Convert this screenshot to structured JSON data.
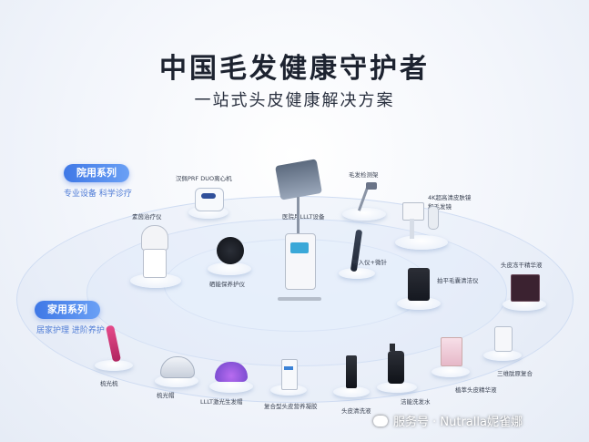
{
  "header": {
    "title": "中国毛发健康守护者",
    "subtitle": "一站式头皮健康解决方案"
  },
  "series": [
    {
      "name": "院用系列",
      "tagline": "专业设备 科学诊疗"
    },
    {
      "name": "家用系列",
      "tagline": "居家护理 进阶养护"
    }
  ],
  "products": {
    "centrifuge": "汉佩PRF DUO离心机",
    "treatment": "素茵治疗仪",
    "lllt_hospital": "医院用LLLT设备",
    "hair_stand": "毛发检测架",
    "scope": "4K超高清皮肤镜\n和毛发镜",
    "care_device": "硒能保养护仪",
    "injector": "导入仪+微针",
    "cleaner": "拍平毛囊清洁仪",
    "scalp_freeze": "头皮冻干精华液",
    "comb": "梳光梳",
    "home_cap": "梳光帽",
    "lllt_helmet": "LLLT激光生发帽",
    "serum": "复合型头皮营养凝胶",
    "shampoo": "头皮清洗液",
    "wash": "洁能洗发水",
    "tonic": "植萃头皮精华液",
    "supplement": "三维肽原复合"
  },
  "watermark": {
    "text": "服务号 · Nutralla妮雀娜"
  },
  "colors": {
    "accent": "#3f78e6",
    "ring": "#cfdcf2"
  }
}
